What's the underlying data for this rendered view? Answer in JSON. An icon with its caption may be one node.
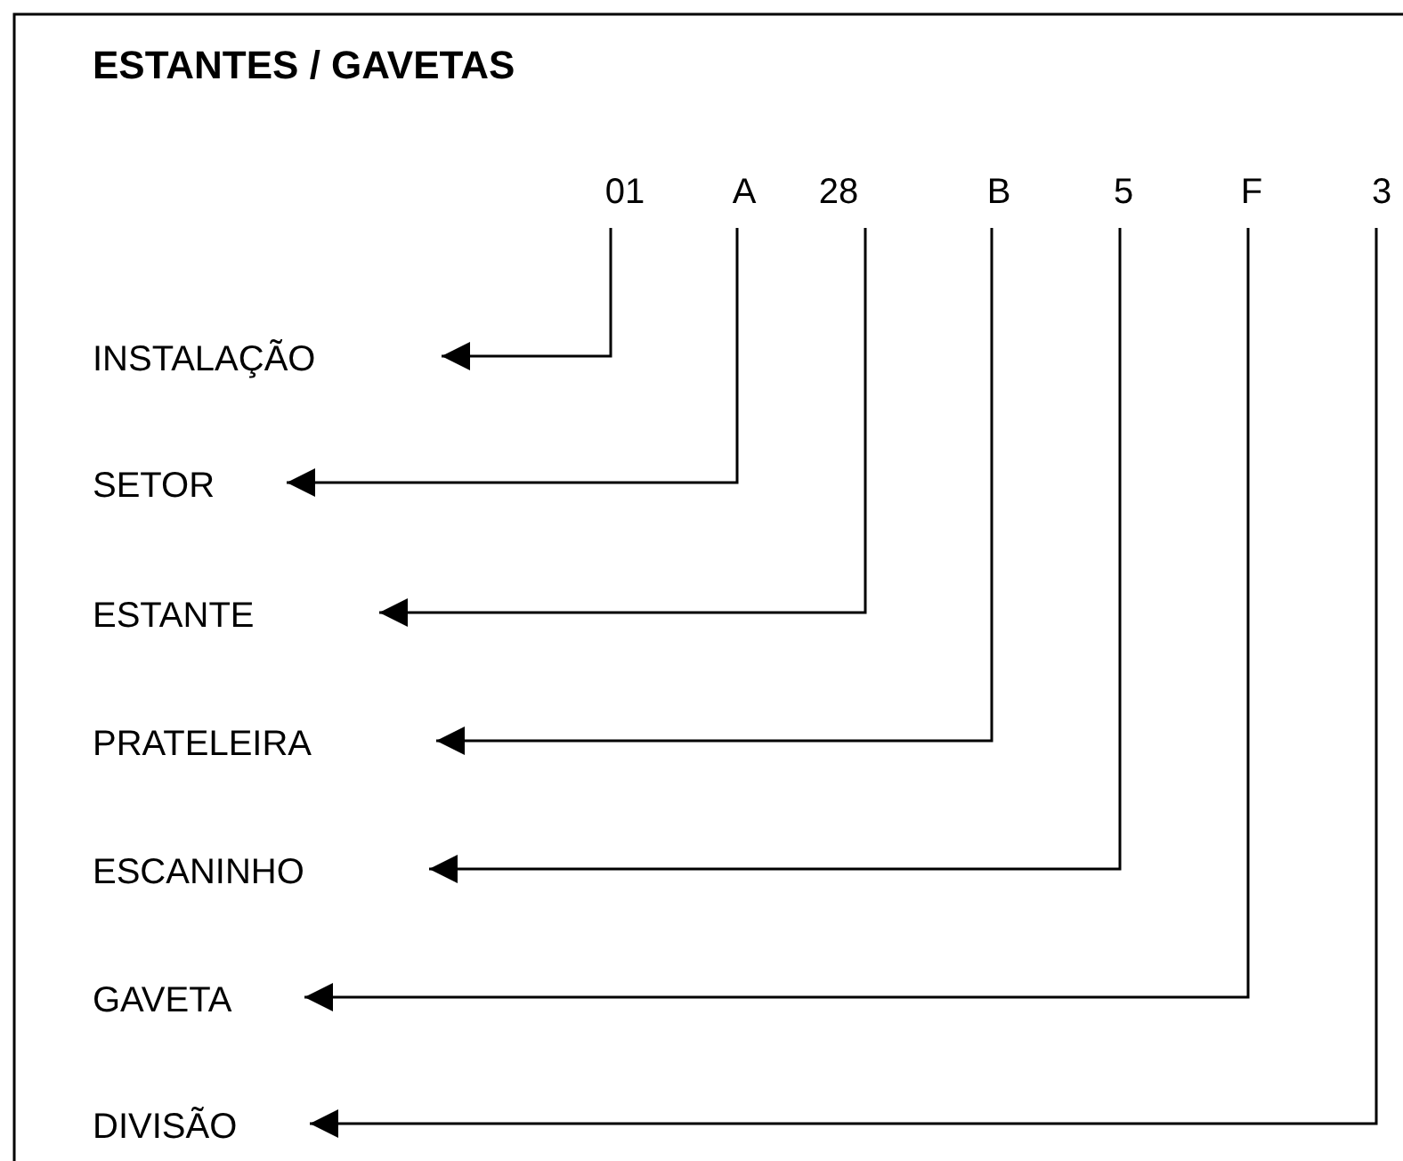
{
  "diagram": {
    "title": "ESTANTES / GAVETAS",
    "nodes": [
      {
        "text": [
          "01"
        ]
      },
      {
        "text": [
          "A"
        ]
      },
      {
        "text": [
          "28"
        ]
      },
      {
        "text": [
          "B"
        ]
      },
      {
        "text": [
          "5"
        ]
      },
      {
        "text": [
          "F"
        ]
      },
      {
        "text": [
          "3"
        ]
      },
      {
        "text": [
          "INSTALAÇÃO"
        ]
      },
      {
        "text": [
          "SETOR"
        ]
      },
      {
        "text": [
          "ESTANTE"
        ]
      },
      {
        "text": [
          "PRATELEIRA"
        ]
      },
      {
        "text": [
          "ESCANINHO"
        ]
      },
      {
        "text": [
          "GAVETA"
        ]
      },
      {
        "text": [
          "DIVISÃO"
        ]
      }
    ],
    "edges": [
      {
        "from": 0,
        "to": 7,
        "arrow": "to"
      },
      {
        "from": 1,
        "to": 8,
        "arrow": "to"
      },
      {
        "from": 2,
        "to": 9,
        "arrow": "to"
      },
      {
        "from": 3,
        "to": 10,
        "arrow": "to"
      },
      {
        "from": 4,
        "to": 11,
        "arrow": "to"
      },
      {
        "from": 5,
        "to": 12,
        "arrow": "to"
      },
      {
        "from": 6,
        "to": 13,
        "arrow": "to"
      }
    ]
  }
}
